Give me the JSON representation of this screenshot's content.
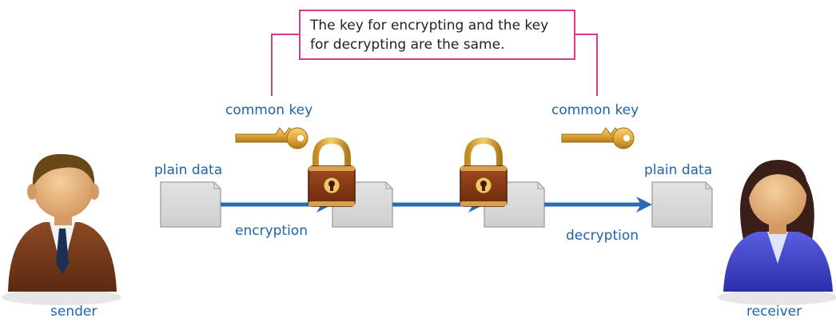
{
  "callout": {
    "text": "The key for encrypting and the key for decrypting are the same."
  },
  "labels": {
    "sender": "sender",
    "receiver": "receiver",
    "plain_data_left": "plain data",
    "plain_data_right": "plain data",
    "common_key_left": "common key",
    "common_key_right": "common key",
    "encryption": "encryption",
    "decryption": "decryption"
  },
  "colors": {
    "label_text": "#1f63a8",
    "arrow": "#2b6cb0",
    "callout_border": "#d63a8a",
    "document_fill": "#d6d6d6",
    "key_gold": "#e4a93a",
    "lock_body": "#8a3a16"
  },
  "icons": {
    "sender": "person-suit-icon",
    "receiver": "person-woman-icon",
    "key": "key-icon",
    "lock": "padlock-icon",
    "document": "document-icon"
  }
}
